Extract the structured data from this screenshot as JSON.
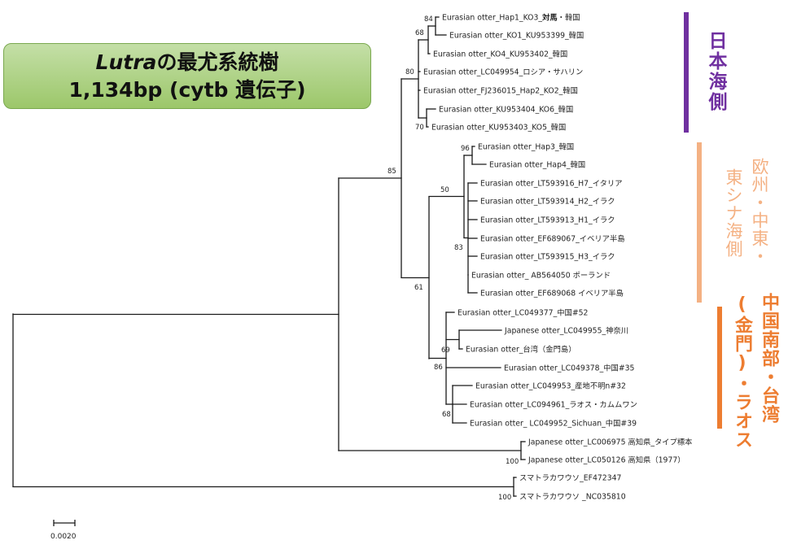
{
  "title": {
    "italic": "Lutra",
    "rest": "の最尤系統樹",
    "line2": "1,134bp (cytb 遺伝子)"
  },
  "groups": [
    {
      "label": "日本海側",
      "color": "#7030a0"
    },
    {
      "label_lines": [
        "欧州・中東・",
        "東シナ海側"
      ],
      "color": "#f4b183"
    },
    {
      "label_lines": [
        "中国南部・台湾",
        "(金門)・ラオス"
      ],
      "color": "#ed7d31"
    }
  ],
  "scale_label": "0.0020",
  "leaves": [
    {
      "prefix": "Eurasian otter_Hap1_KO3_",
      "bold": "対馬",
      "suffix": "・韓国"
    },
    {
      "prefix": "Eurasian otter_KO1_KU953399_韓国"
    },
    {
      "prefix": "Eurasian otter_KO4_KU953402_韓国"
    },
    {
      "prefix": "Eurasian otter_LC049954_ロシア・サハリン"
    },
    {
      "prefix": "Eurasian otter_FJ236015_Hap2_KO2_韓国"
    },
    {
      "prefix": "Eurasian otter_KU953404_KO6_韓国"
    },
    {
      "prefix": "Eurasian otter_KU953403_KO5_韓国"
    },
    {
      "prefix": "Eurasian otter_Hap3_韓国"
    },
    {
      "prefix": "Eurasian otter_Hap4_韓国"
    },
    {
      "prefix": "Eurasian otter_LT593916_H7_イタリア"
    },
    {
      "prefix": "Eurasian otter_LT593914_H2_イラク"
    },
    {
      "prefix": "Eurasian otter_LT593913_H1_イラク"
    },
    {
      "prefix": "Eurasian otter_EF689067_イベリア半島"
    },
    {
      "prefix": "Eurasian otter_LT593915_H3_イラク"
    },
    {
      "prefix": "Eurasian otter_ AB564050 ポーランド"
    },
    {
      "prefix": "Eurasian otter_EF689068 イベリア半島"
    },
    {
      "prefix": "Eurasian otter_LC049377_中国#52"
    },
    {
      "prefix": "Japanese otter_LC049955_神奈川"
    },
    {
      "prefix": "Eurasian otter_台湾（金門島）"
    },
    {
      "prefix": "Eurasian otter_LC049378_中国#35"
    },
    {
      "prefix": "Eurasian otter_LC049953_産地不明n#32"
    },
    {
      "prefix": "Eurasian otter_LC094961_ラオス・カムムワン"
    },
    {
      "prefix": "Eurasian otter_ LC049952_Sichuan_中国#39"
    },
    {
      "prefix": "Japanese otter_LC006975 高知県_タイプ標本"
    },
    {
      "prefix": "Japanese otter_LC050126 高知県（1977）"
    },
    {
      "prefix": "スマトラカワウソ_EF472347"
    },
    {
      "prefix": "スマトラカワウソ _NC035810"
    }
  ],
  "bootstrap": [
    "84",
    "68",
    "80",
    "70",
    "96",
    "85",
    "50",
    "83",
    "61",
    "69",
    "86",
    "68",
    "100",
    "100"
  ]
}
